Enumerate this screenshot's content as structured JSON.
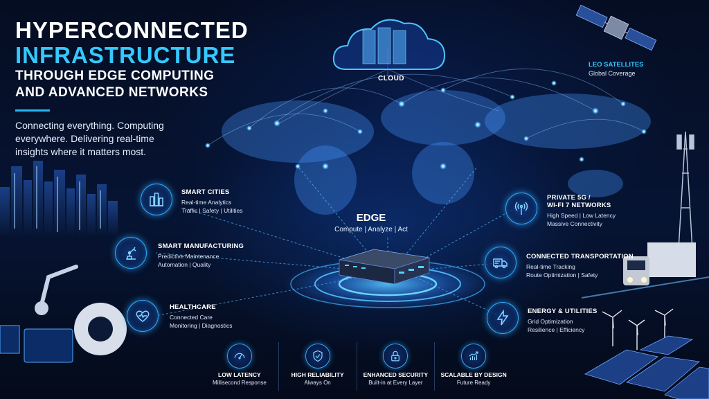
{
  "title": {
    "line1": "HYPERCONNECTED",
    "line2": "INFRASTRUCTURE",
    "line3": "THROUGH EDGE COMPUTING",
    "line4": "AND ADVANCED NETWORKS"
  },
  "tagline": "Connecting everything. Computing everywhere. Delivering real-time insights where it matters most.",
  "cloud": {
    "label": "CLOUD"
  },
  "edge": {
    "title": "EDGE",
    "subtitle": "Compute | Analyze | Act"
  },
  "satellites": {
    "title": "LEO SATELLITES",
    "subtitle": "Global Coverage"
  },
  "left_items": [
    {
      "title": "SMART CITIES",
      "line1": "Real-time Analytics",
      "line2": "Traffic | Safety | Utilities",
      "icon": "city-buildings-icon"
    },
    {
      "title": "SMART MANUFACTURING",
      "line1": "Predictive Maintenance",
      "line2": "Automation | Quality",
      "icon": "robot-arm-icon"
    },
    {
      "title": "HEALTHCARE",
      "line1": "Connected Care",
      "line2": "Monitoring | Diagnostics",
      "icon": "heart-pulse-icon"
    }
  ],
  "right_items": [
    {
      "title": "PRIVATE 5G /",
      "title2": "WI-FI 7 NETWORKS",
      "line1": "High Speed | Low Latency",
      "line2": "Massive Connectivity",
      "icon": "antenna-signal-icon"
    },
    {
      "title": "CONNECTED TRANSPORTATION",
      "line1": "Real-time Tracking",
      "line2": "Route Optimization | Safety",
      "icon": "truck-icon"
    },
    {
      "title": "ENERGY & UTILITIES",
      "line1": "Grid Optimization",
      "line2": "Resilience | Efficiency",
      "icon": "lightning-bolt-icon"
    }
  ],
  "bottom": [
    {
      "title": "LOW LATENCY",
      "sub": "Millisecond Response",
      "icon": "speedometer-icon"
    },
    {
      "title": "HIGH RELIABILITY",
      "sub": "Always On",
      "icon": "shield-check-icon"
    },
    {
      "title": "ENHANCED SECURITY",
      "sub": "Built-in at Every Layer",
      "icon": "padlock-icon"
    },
    {
      "title": "SCALABLE BY DESIGN",
      "sub": "Future Ready",
      "icon": "growth-chart-icon"
    }
  ],
  "colors": {
    "accent": "#35c8ff",
    "glow": "#2fa8ff",
    "background": "#040b1c"
  }
}
